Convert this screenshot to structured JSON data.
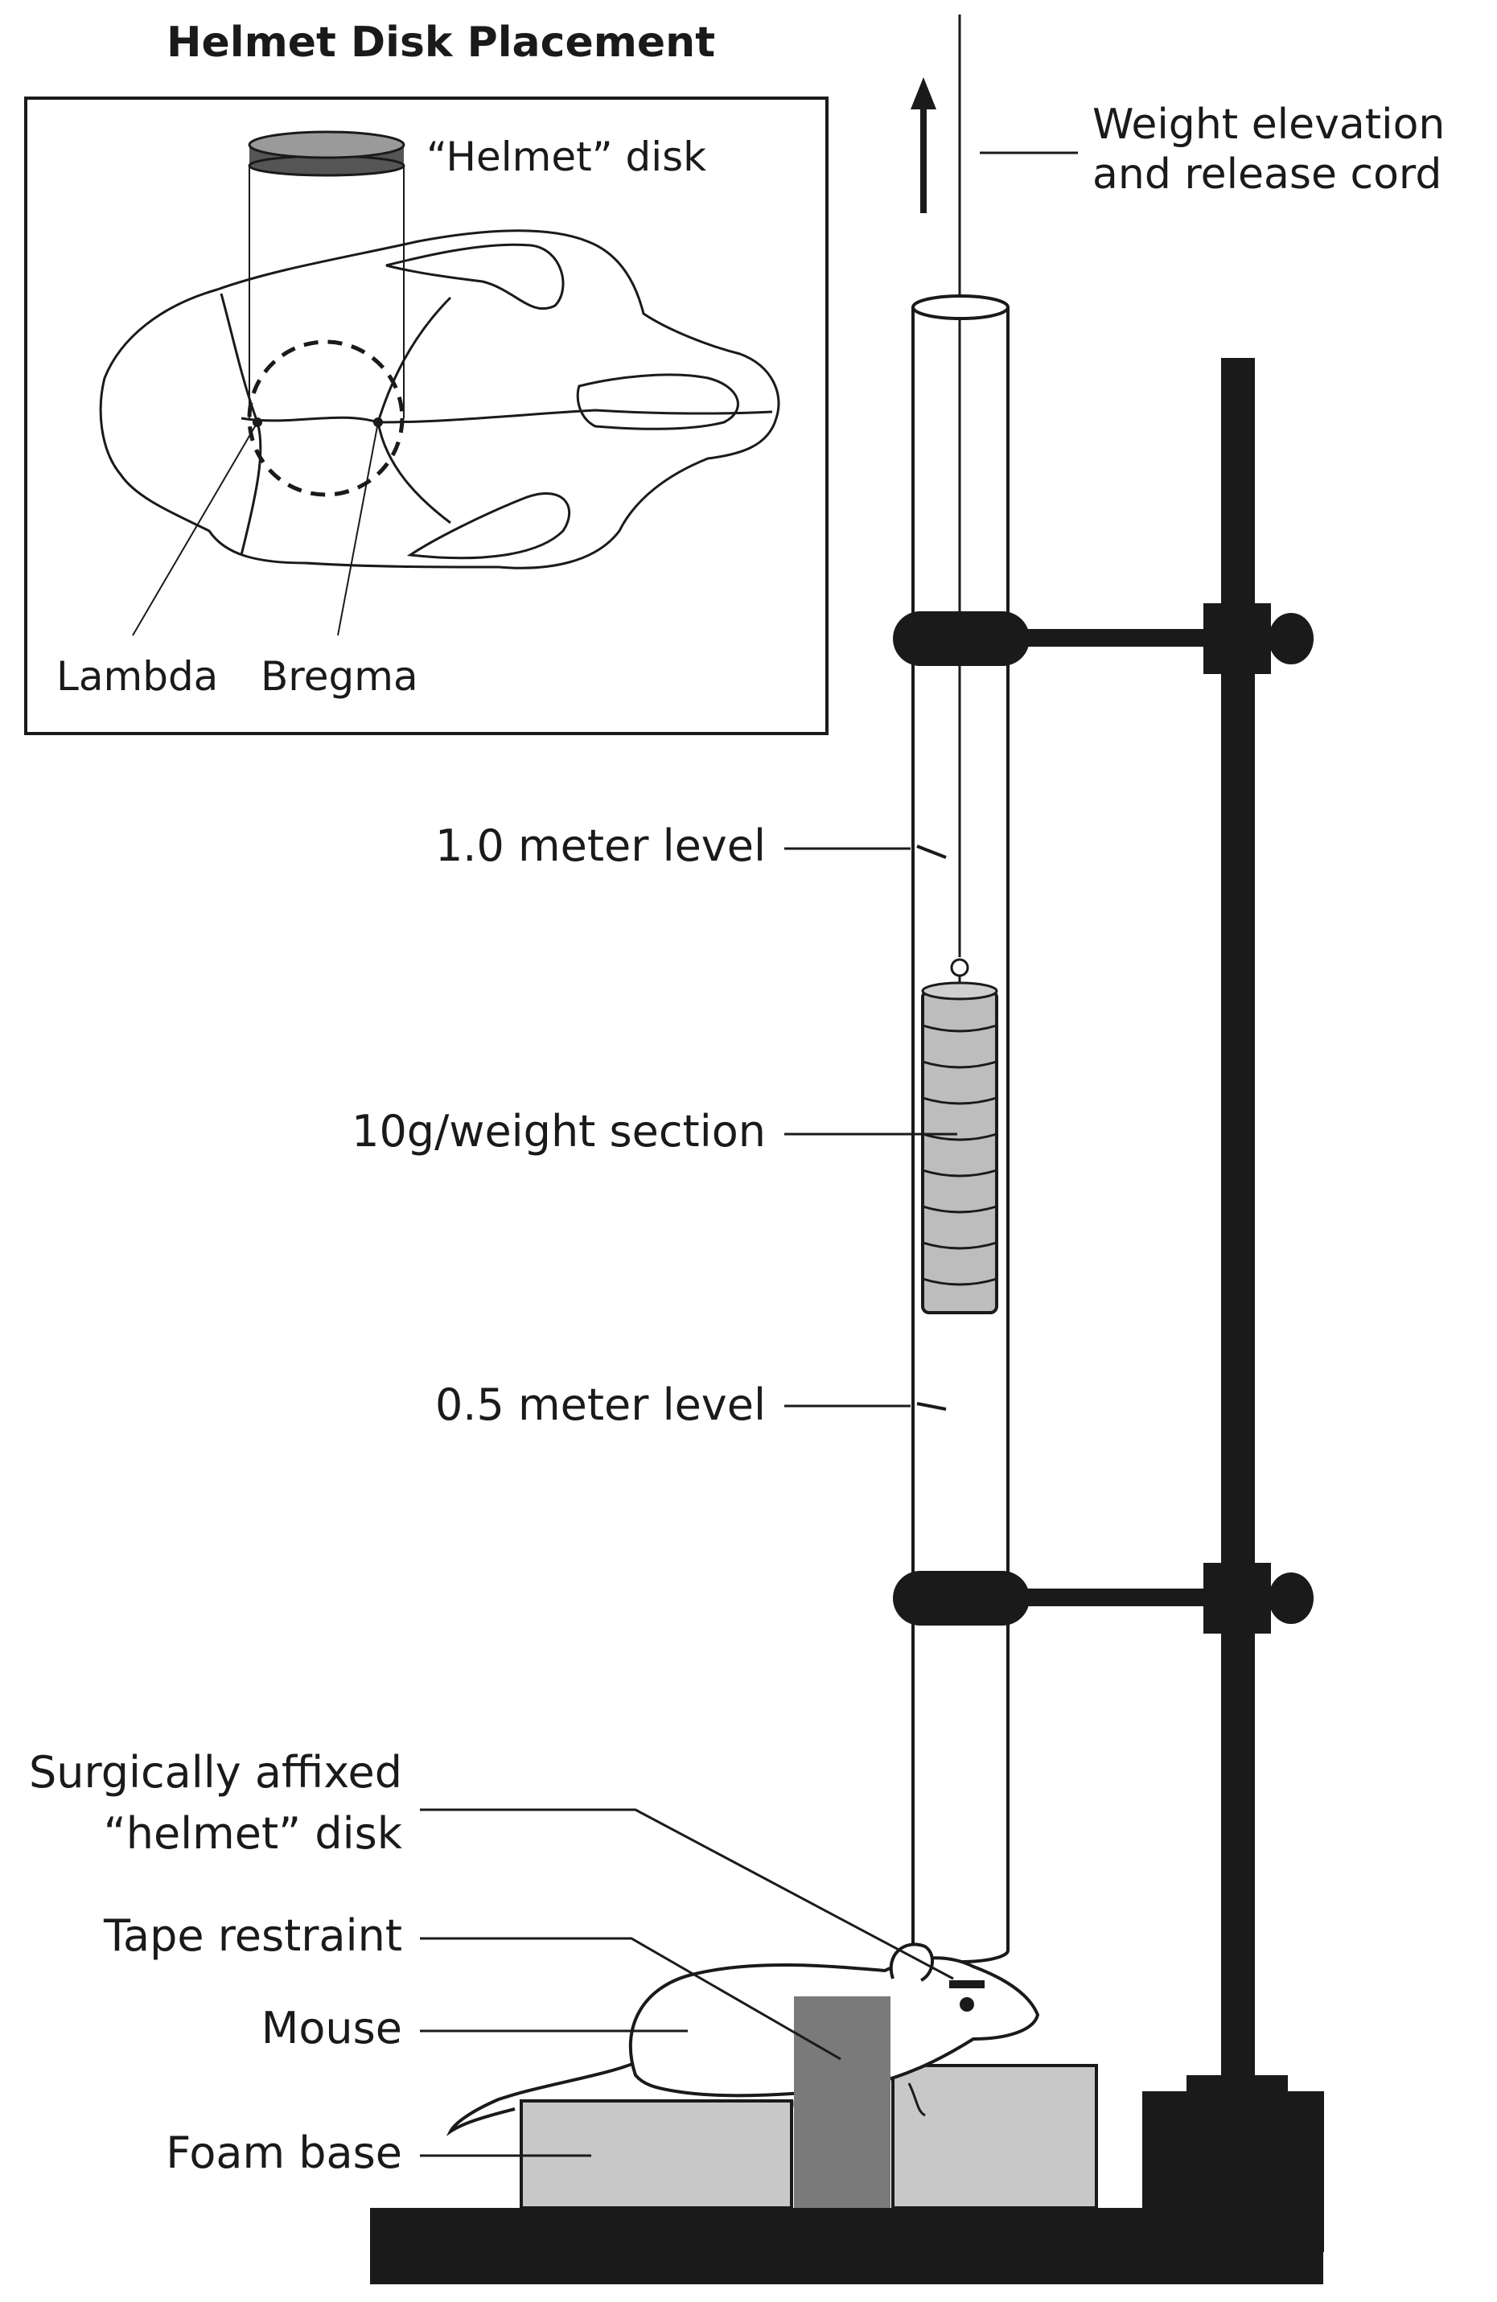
{
  "inset": {
    "title": "Helmet Disk Placement",
    "helmet_disk": "“Helmet” disk",
    "lambda": "Lambda",
    "bregma": "Bregma"
  },
  "labels": {
    "cord_line1": "Weight elevation",
    "cord_line2": "and release cord",
    "level_1_0": "1.0 meter level",
    "weight_section": "10g/weight section",
    "level_0_5": "0.5 meter level",
    "affixed_line1": "Surgically affixed",
    "affixed_line2": "“helmet” disk",
    "tape_restraint": "Tape restraint",
    "mouse": "Mouse",
    "foam_base": "Foam base"
  },
  "colors": {
    "ink": "#1a1a1a",
    "foam": "#c8c8c8",
    "tape": "#7a7a7a",
    "weights": "#bdbdbd",
    "disk_top": "#9a9a9a"
  }
}
